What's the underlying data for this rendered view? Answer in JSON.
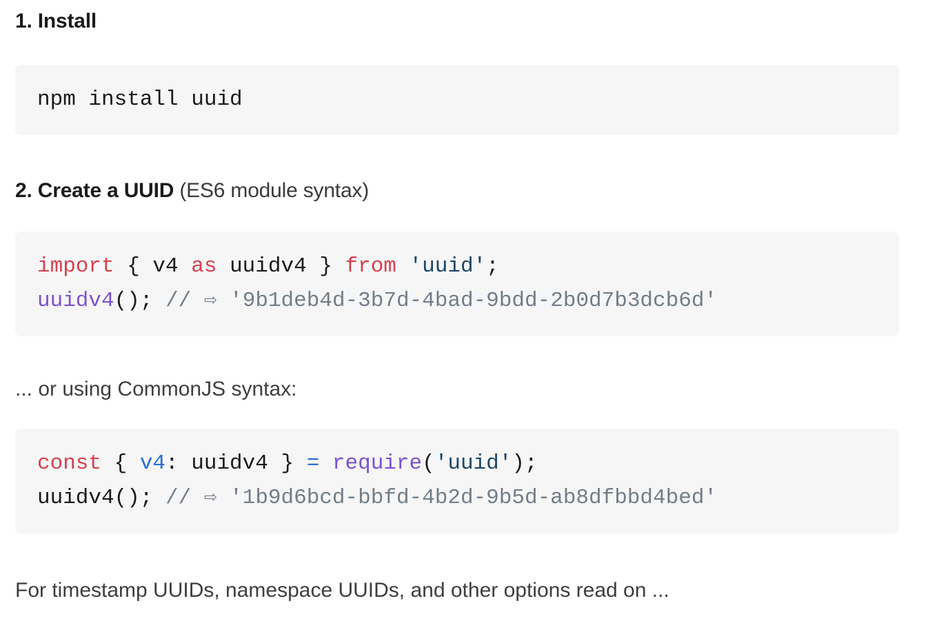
{
  "colors": {
    "page-bg": "#ffffff",
    "code-bg": "#f6f6f6",
    "heading-text": "#1b1b1b",
    "heading-light": "#3a3a3a",
    "body-text": "#3e3e3e",
    "code-plain": "#1b1b1b",
    "code-keyword": "#d5414f",
    "code-string": "#1d4668",
    "code-function": "#7a52d2",
    "code-blue": "#2a6fd2",
    "code-comment": "#717d8a"
  },
  "sections": {
    "install": {
      "heading": "1. Install",
      "code": [
        [
          {
            "t": "npm install uuid",
            "c": "plain"
          }
        ]
      ]
    },
    "create": {
      "heading_bold": "2. Create a UUID",
      "heading_normal": " (ES6 module syntax)",
      "code": [
        [
          {
            "t": "import",
            "c": "keyword"
          },
          {
            "t": " { v4 ",
            "c": "plain"
          },
          {
            "t": "as",
            "c": "keyword"
          },
          {
            "t": " uuidv4 } ",
            "c": "plain"
          },
          {
            "t": "from",
            "c": "keyword"
          },
          {
            "t": " ",
            "c": "plain"
          },
          {
            "t": "'uuid'",
            "c": "string"
          },
          {
            "t": ";",
            "c": "plain"
          }
        ],
        [
          {
            "t": "uuidv4",
            "c": "function"
          },
          {
            "t": "(); ",
            "c": "plain"
          },
          {
            "t": "// ⇨ '9b1deb4d-3b7d-4bad-9bdd-2b0d7b3dcb6d'",
            "c": "comment"
          }
        ]
      ]
    },
    "commonjs": {
      "intro": "... or using CommonJS syntax:",
      "code": [
        [
          {
            "t": "const",
            "c": "keyword"
          },
          {
            "t": " { ",
            "c": "plain"
          },
          {
            "t": "v4",
            "c": "blue"
          },
          {
            "t": ": uuidv4 } ",
            "c": "plain"
          },
          {
            "t": "=",
            "c": "blue"
          },
          {
            "t": " ",
            "c": "plain"
          },
          {
            "t": "require",
            "c": "function"
          },
          {
            "t": "(",
            "c": "plain"
          },
          {
            "t": "'uuid'",
            "c": "string"
          },
          {
            "t": ");",
            "c": "plain"
          }
        ],
        [
          {
            "t": "uuidv4(); ",
            "c": "plain"
          },
          {
            "t": "// ⇨ '1b9d6bcd-bbfd-4b2d-9b5d-ab8dfbbd4bed'",
            "c": "comment"
          }
        ]
      ]
    },
    "footer": {
      "text": "For timestamp UUIDs, namespace UUIDs, and other options read on ..."
    }
  }
}
